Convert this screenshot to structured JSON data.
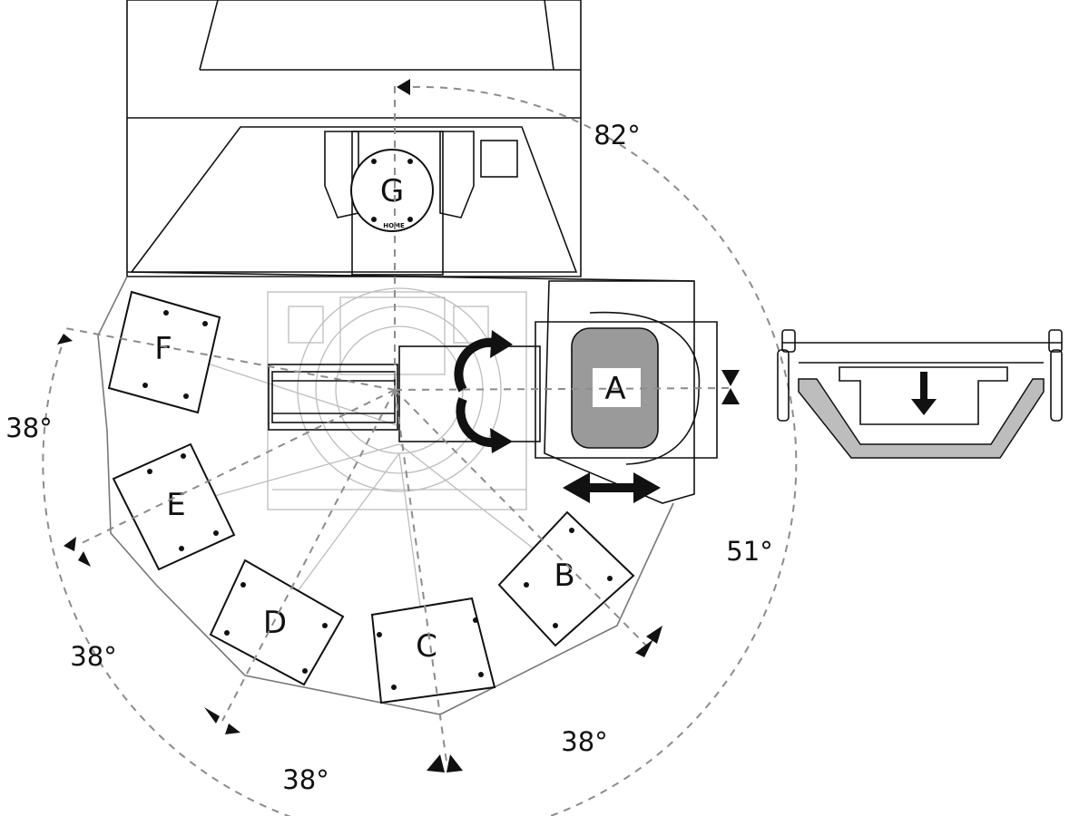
{
  "stations": {
    "a": "A",
    "b": "B",
    "c": "C",
    "d": "D",
    "e": "E",
    "f": "F",
    "g": "G"
  },
  "home_label": "HOME",
  "angles": {
    "g_to_a": "82°",
    "a_to_b": "51°",
    "b_to_c": "38°",
    "c_to_d": "38°",
    "d_to_e": "38°",
    "e_to_f": "38°"
  },
  "icons": {
    "rotate": "curved-arrow-icon",
    "slide": "double-arrow-icon",
    "lower": "down-arrow-icon"
  },
  "colors": {
    "line": "#111111",
    "dashed_guide": "#8c8c8c",
    "faint_structure": "#bdbdbd",
    "platen_fill": "#9a9a9a"
  }
}
